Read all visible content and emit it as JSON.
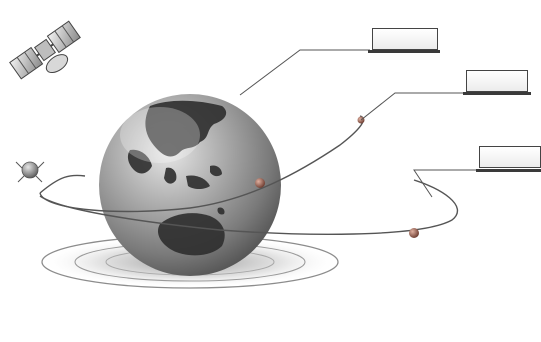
{
  "diagram": {
    "subject": "earth-with-satellites-and-orbits",
    "label_boxes": [
      {
        "name": "label-box-1",
        "text": ""
      },
      {
        "name": "label-box-2",
        "text": ""
      },
      {
        "name": "label-box-3",
        "text": ""
      }
    ],
    "colors": {
      "background": "#ffffff",
      "line": "#555555",
      "orbit_point": "#9a5a4a",
      "ocean": "#9a9a9a",
      "land": "#2e2e2e"
    }
  }
}
